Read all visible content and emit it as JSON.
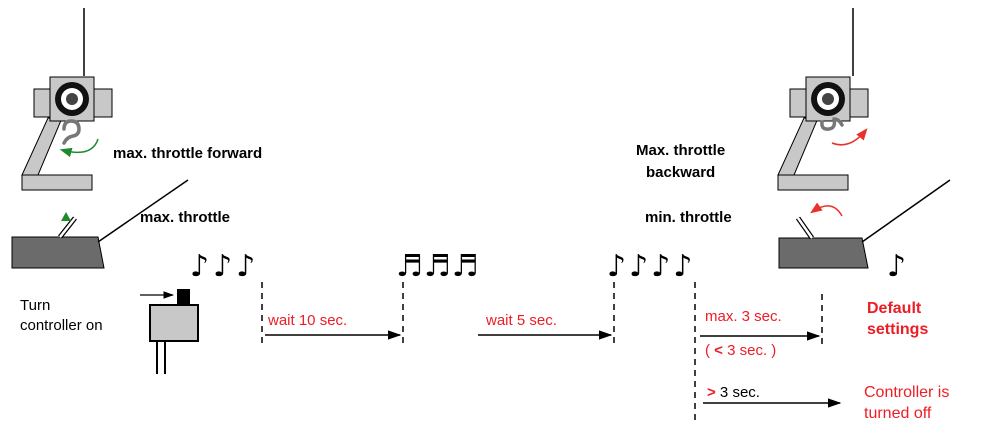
{
  "labels": {
    "max_throttle_forward": "max. throttle forward",
    "max_throttle": "max. throttle",
    "max_throttle_backward_line1": "Max. throttle",
    "max_throttle_backward_line2": "backward",
    "min_throttle": "min. throttle",
    "turn_on_line1": "Turn",
    "turn_on_line2": "controller on",
    "wait_10": "wait 10 sec.",
    "wait_5": "wait 5 sec.",
    "max_3": "max. 3 sec.",
    "lt_3_open": "( ",
    "lt_3_symbol": "<",
    "lt_3_rest": " 3 sec. )",
    "gt_3_symbol": ">",
    "gt_3_rest": " 3 sec.",
    "default_line1": "Default",
    "default_line2": "settings",
    "off_line1": "Controller is",
    "off_line2": "turned off"
  },
  "tone_groups": [
    {
      "symbol": "♪",
      "count": 3
    },
    {
      "symbol": "♬",
      "count": 3
    },
    {
      "symbol": "♪",
      "count": 4
    },
    {
      "symbol": "♪",
      "count": 1
    }
  ],
  "colors": {
    "red_text": "#ee1c25",
    "red_arrow": "#e8312a",
    "green_arrow": "#1e8b2b",
    "gray_body": "#c8c8c8",
    "dark_gray": "#6b6b6b",
    "gray_arm": "#8f8f8f"
  },
  "icons": [
    "transmitter-icon",
    "throttle-stick-icon",
    "controller-icon",
    "music-note-icon"
  ]
}
